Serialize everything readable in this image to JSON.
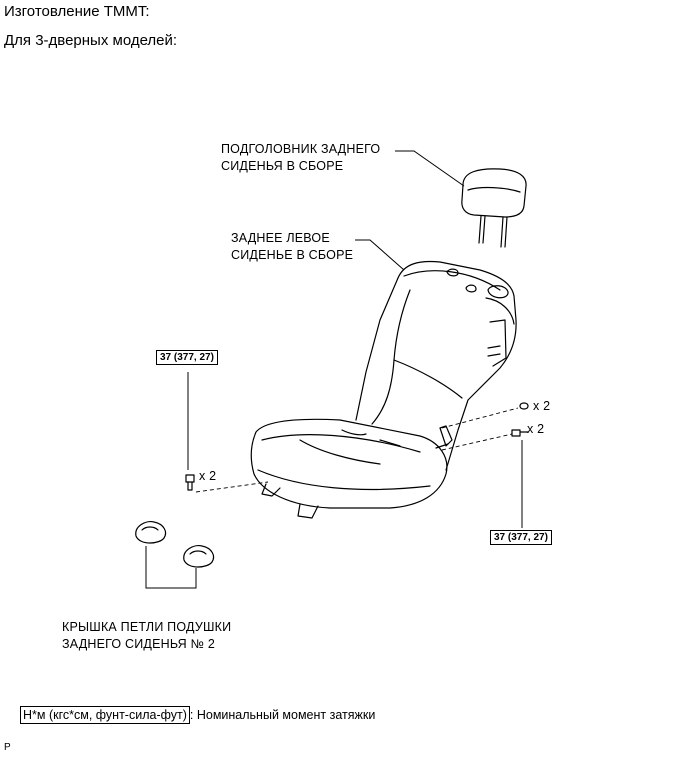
{
  "header": {
    "line1": "Изготовление TMMT:",
    "line2": "Для 3-дверных моделей:"
  },
  "labels": {
    "headrest": [
      "ПОДГОЛОВНИК ЗАДНЕГО",
      "СИДЕНЬЯ В СБОРЕ"
    ],
    "seat": [
      "ЗАДНЕЕ ЛЕВОЕ",
      "СИДЕНЬЕ В СБОРЕ"
    ],
    "cover": [
      "КРЫШКА ПЕТЛИ ПОДУШКИ",
      "ЗАДНЕГО СИДЕНЬЯ № 2"
    ]
  },
  "torque": {
    "left": "37 (377, 27)",
    "right": "37 (377, 27)"
  },
  "quantities": {
    "left_bolt": "x 2",
    "right_upper": "x 2",
    "right_lower": "x 2"
  },
  "legend": {
    "box": "Н*м (кгс*см, фунт-сила-фут)",
    "text": ": Номинальный момент затяжки"
  },
  "corner_mark": "P"
}
